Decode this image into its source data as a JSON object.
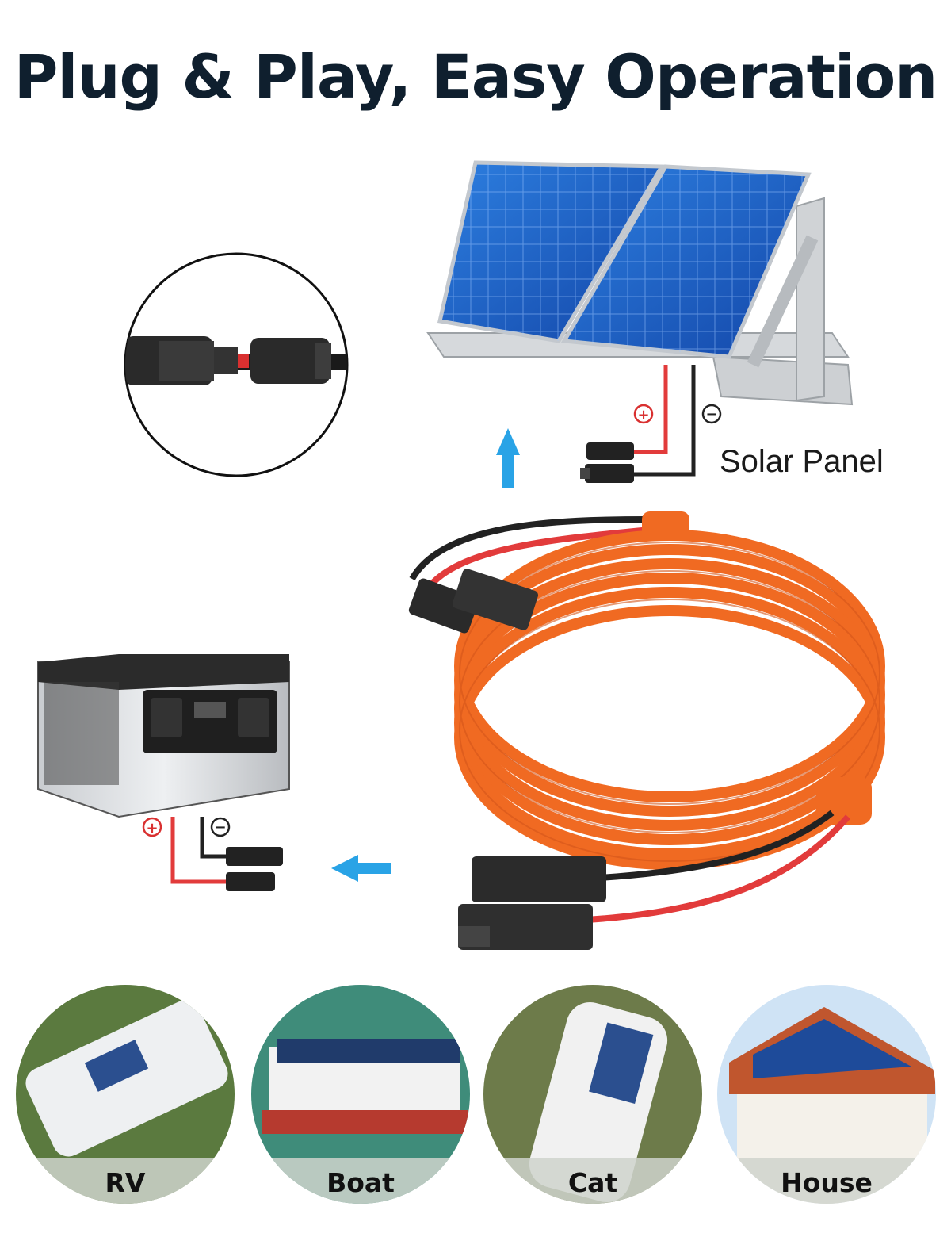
{
  "title": "Plug & Play, Easy Operation",
  "solar_label": "Solar Panel",
  "polarity": {
    "positive": "+",
    "negative": "−"
  },
  "applications": [
    {
      "label": "RV"
    },
    {
      "label": "Boat"
    },
    {
      "label": "Cat"
    },
    {
      "label": "House"
    }
  ],
  "colors": {
    "title": "#0f1f2e",
    "arrow": "#29a3e6",
    "cable_orange": "#f06a22",
    "wire_red": "#e23b3b",
    "wire_black": "#222222",
    "panel_blue": "#1f5fc9"
  }
}
